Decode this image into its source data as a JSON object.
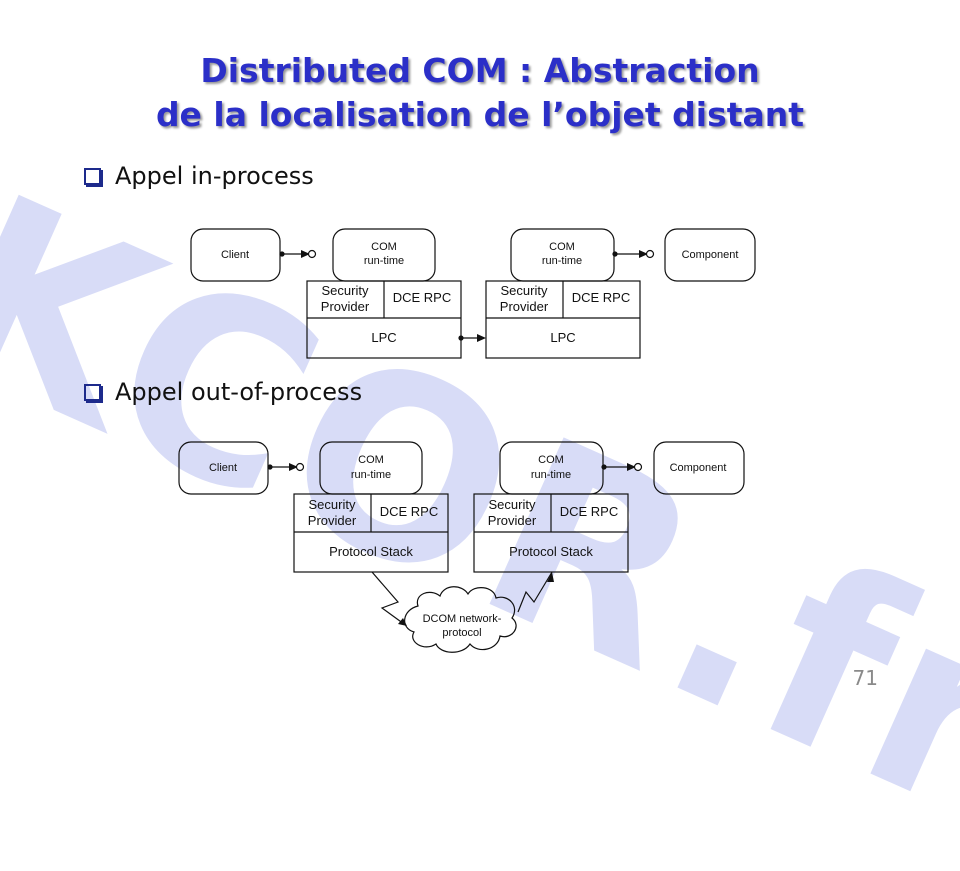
{
  "watermark": "KCOR.fr",
  "title": {
    "line1": "Distributed COM : Abstraction",
    "line2": "de la localisation de l’objet distant"
  },
  "bullets": [
    "Appel in-process",
    "Appel out-of-process"
  ],
  "colors": {
    "title": "#2b2fc8",
    "watermark": "#d8dcf7",
    "bullet_box": "#1d2a8c"
  },
  "diagram_in_process": {
    "client": "Client",
    "com_runtime_left": [
      "COM",
      "run-time"
    ],
    "security_provider_left": [
      "Security",
      "Provider"
    ],
    "dce_rpc_left": "DCE RPC",
    "lpc_left": "LPC",
    "com_runtime_right": [
      "COM",
      "run-time"
    ],
    "security_provider_right": [
      "Security",
      "Provider"
    ],
    "dce_rpc_right": "DCE RPC",
    "lpc_right": "LPC",
    "component": "Component"
  },
  "diagram_out_of_process": {
    "client": "Client",
    "com_runtime_left": [
      "COM",
      "run-time"
    ],
    "security_provider_left": [
      "Security",
      "Provider"
    ],
    "dce_rpc_left": "DCE RPC",
    "protocol_stack_left": "Protocol Stack",
    "com_runtime_right": [
      "COM",
      "run-time"
    ],
    "security_provider_right": [
      "Security",
      "Provider"
    ],
    "dce_rpc_right": "DCE RPC",
    "protocol_stack_right": "Protocol Stack",
    "component": "Component",
    "network_cloud": [
      "DCOM network-",
      "protocol"
    ]
  },
  "page_number": "71"
}
